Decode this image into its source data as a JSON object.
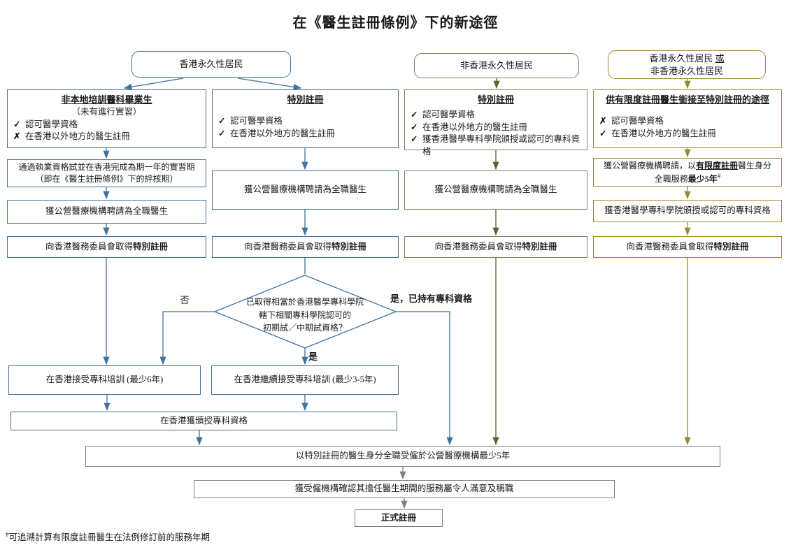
{
  "title": "在《醫生註冊條例》下的新途徑",
  "headers": {
    "hk": "香港永久性居民",
    "non_hk": "非香港永久性居民",
    "either_l1_pre": "香港永久性居民 ",
    "either_l1_or": "或",
    "either_l2": "非香港永久性居民"
  },
  "col1": {
    "criteria": {
      "title": "非本地培訓醫科畢業生",
      "subtitle": "（未有進行實習）",
      "items": [
        {
          "mark": "✓",
          "text": "認可醫學資格"
        },
        {
          "mark": "✗",
          "text": "在香港以外地方的醫生註冊"
        }
      ]
    },
    "exam_l1": "通過執業資格試並在香港完成為期一年的實習期",
    "exam_l2": "（即在《醫生註冊條例》下的評核期）",
    "employ": "獲公營醫療機構聘請為全職醫生",
    "reg_prefix": "向香港醫務委員會取得",
    "reg_bold": "特別註冊"
  },
  "col2": {
    "criteria": {
      "title": "特別註冊",
      "items": [
        {
          "mark": "✓",
          "text": "認可醫學資格"
        },
        {
          "mark": "✓",
          "text": "在香港以外地方的醫生註冊"
        }
      ]
    },
    "employ": "獲公營醫療機構聘請為全職醫生",
    "reg_prefix": "向香港醫務委員會取得",
    "reg_bold": "特別註冊"
  },
  "col3": {
    "criteria": {
      "title": "特別註冊",
      "items": [
        {
          "mark": "✓",
          "text": "認可醫學資格"
        },
        {
          "mark": "✓",
          "text": "在香港以外地方的醫生註冊"
        },
        {
          "mark": "✓",
          "text": "獲香港醫學專科學院頒授或認可的專科資格"
        }
      ]
    },
    "employ": "獲公營醫療機構聘請為全職醫生",
    "reg_prefix": "向香港醫務委員會取得",
    "reg_bold": "特別註冊"
  },
  "col4": {
    "criteria": {
      "title": "供有限度註冊醫生銜接至特別註冊的途徑",
      "items": [
        {
          "mark": "✗",
          "text": "認可醫學資格"
        },
        {
          "mark": "✓",
          "text": "在香港以外地方的醫生註冊"
        }
      ]
    },
    "employ_p1": "獲公營醫療機構聘請，以",
    "employ_bu": "有限度註冊",
    "employ_p2": "醫生身分",
    "employ_l2a": "全職服務",
    "employ_l2b": "最少5年",
    "employ_sup": "#",
    "fellowship": "獲香港醫學專科學院頒授或認可的專科資格",
    "reg_prefix": "向香港醫務委員會取得",
    "reg_bold": "特別註冊"
  },
  "decision": {
    "l1": "已取得相當於香港醫學專科學院",
    "l2": "轄下相關專科學院認可的",
    "l3": "初期試／中期試資格？",
    "no": "否",
    "yes": "是",
    "yes_specialist": "是，已持有專科資格"
  },
  "training": {
    "left": "在香港接受專科培訓 (最少6年)",
    "right": "在香港繼續接受專科培訓 (最少3-5年)",
    "award": "在香港獲頒授專科資格"
  },
  "bottom": {
    "employ5y": "以特別註冊的醫生身分全職受僱於公營醫療機構最少5年",
    "confirm": "獲受僱機構確認其擔任醫生期間的服務屬令人滿意及稱職",
    "full_reg": "正式註冊"
  },
  "footnote": {
    "sup": "#",
    "text": "可追溯計算有限度註冊醫生在法例修訂前的服務年期"
  },
  "colors": {
    "blue": "#41719C",
    "green": "#77855F",
    "green-arrow": "#4F6A2E",
    "olive": "#9C8A2F",
    "gray": "#808080",
    "text": "#1A1A1A"
  }
}
